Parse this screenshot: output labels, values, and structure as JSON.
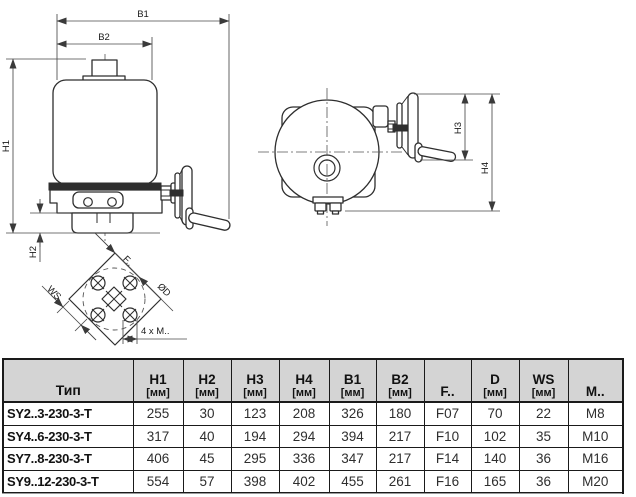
{
  "drawing": {
    "left_view": {
      "b1": "B1",
      "b2": "B2",
      "h1": "H1",
      "h2": "H2"
    },
    "right_view": {
      "h3": "H3",
      "h4": "H4"
    },
    "flange_view": {
      "f": "F..",
      "d": "ØD",
      "ws": "WS",
      "bolts": "4 x M.."
    }
  },
  "table": {
    "type_header": "Тип",
    "columns": [
      {
        "label": "H1",
        "unit": "[мм]"
      },
      {
        "label": "H2",
        "unit": "[мм]"
      },
      {
        "label": "H3",
        "unit": "[мм]"
      },
      {
        "label": "H4",
        "unit": "[мм]"
      },
      {
        "label": "B1",
        "unit": "[мм]"
      },
      {
        "label": "B2",
        "unit": "[мм]"
      },
      {
        "label": "F..",
        "unit": ""
      },
      {
        "label": "D",
        "unit": "[мм]"
      },
      {
        "label": "WS",
        "unit": "[мм]"
      },
      {
        "label": "M..",
        "unit": ""
      }
    ],
    "rows": [
      {
        "type": "SY2..3-230-3-T",
        "values": [
          "255",
          "30",
          "123",
          "208",
          "326",
          "180",
          "F07",
          "70",
          "22",
          "M8"
        ]
      },
      {
        "type": "SY4..6-230-3-T",
        "values": [
          "317",
          "40",
          "194",
          "294",
          "394",
          "217",
          "F10",
          "102",
          "35",
          "M10"
        ]
      },
      {
        "type": "SY7..8-230-3-T",
        "values": [
          "406",
          "45",
          "295",
          "336",
          "347",
          "217",
          "F14",
          "140",
          "36",
          "M16"
        ]
      },
      {
        "type": "SY9..12-230-3-T",
        "values": [
          "554",
          "57",
          "398",
          "402",
          "455",
          "261",
          "F16",
          "165",
          "36",
          "M20"
        ]
      }
    ]
  }
}
